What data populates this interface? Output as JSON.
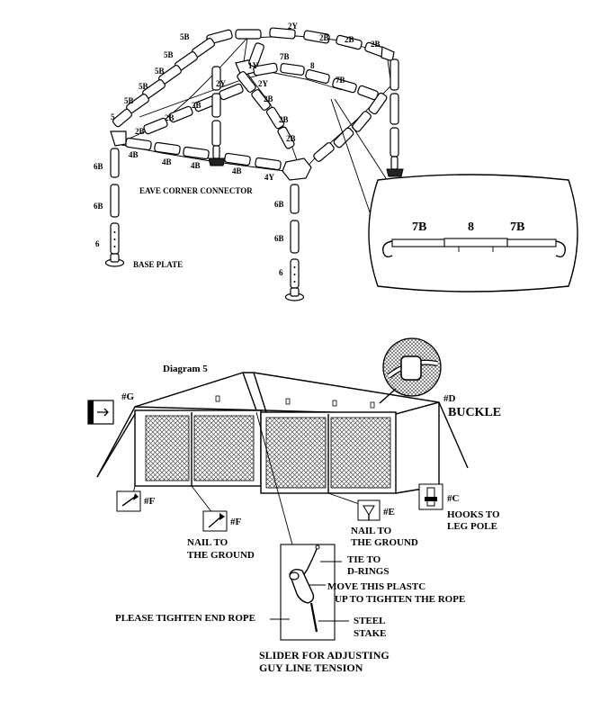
{
  "frame": {
    "labels": {
      "top_2y": "2Y",
      "top_2b_a": "2B",
      "top_2b_b": "2B",
      "top_2b_c": "2B",
      "left_5b_1": "5B",
      "left_5b_2": "5B",
      "left_5b_3": "5B",
      "left_5b_4": "5B",
      "left_5b_5": "5B",
      "left_5": "5",
      "left_2b_1": "2B",
      "left_2b_2": "2B",
      "left_2b_3": "2B",
      "mid_1y": "1Y",
      "mid_7b": "7B",
      "mid_8": "8",
      "mid_7b_2": "7B",
      "mid_2y": "2Y",
      "mid_2y_b": "2Y",
      "mid_2b_1": "2B",
      "mid_2b_2": "2B",
      "mid_2b_3": "2B",
      "eave_4b_1": "4B",
      "eave_4b_2": "4B",
      "eave_4b_3": "4B",
      "eave_4b_4": "4B",
      "eave_4y": "4Y",
      "leg_left_6b_1": "6B",
      "leg_left_6b_2": "6B",
      "leg_left_6": "6",
      "leg_front_6b_1": "6B",
      "leg_front_6b_2": "6B",
      "leg_front_6": "6",
      "eave_corner": "EAVE CORNER CONNECTOR",
      "base_plate": "BASE PLATE"
    },
    "inset": {
      "left": "7B",
      "middle": "8",
      "right": "7B"
    }
  },
  "diagram5": {
    "title": "Diagram 5",
    "labels": {
      "g": "#G",
      "d": "#D",
      "buckle": "BUCKLE",
      "f1": "#F",
      "f2": "#F",
      "e": "#E",
      "c": "#C",
      "hooks": "HOOKS TO",
      "leg_pole": "LEG POLE",
      "nail1_a": "NAIL TO",
      "nail1_b": "THE GROUND",
      "nail2_a": "NAIL TO",
      "nail2_b": "THE GROUND",
      "tie_a": "TIE  TO",
      "tie_b": "D-RINGS",
      "move_a": "MOVE THIS PLASTC",
      "move_b": "UP TO TIGHTEN THE ROPE",
      "tighten": "PLEASE TIGHTEN END ROPE",
      "steel_a": "STEEL",
      "steel_b": "STAKE",
      "slider_a": "SLIDER FOR ADJUSTING",
      "slider_b": "GUY LINE TENSION"
    }
  }
}
